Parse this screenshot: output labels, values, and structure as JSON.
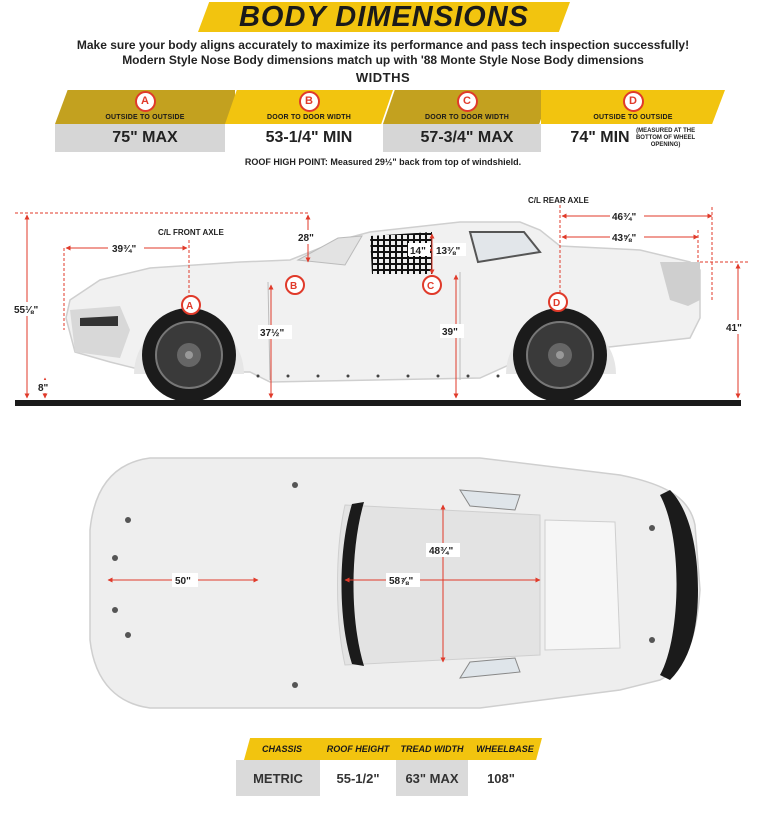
{
  "title": "BODY DIMENSIONS",
  "intro": [
    "Make sure your body aligns accurately to maximize its performance and pass tech inspection successfully!",
    "Modern Style Nose Body dimensions match up with '88 Monte Style Nose Body dimensions"
  ],
  "widths": {
    "title": "WIDTHS",
    "columns": [
      {
        "letter": "A",
        "label": "OUTSIDE TO OUTSIDE",
        "value": "75\" MAX"
      },
      {
        "letter": "B",
        "label": "DOOR TO DOOR WIDTH",
        "value": "53-1/4\" MIN"
      },
      {
        "letter": "C",
        "label": "DOOR TO DOOR WIDTH",
        "value": "57-3/4\" MAX"
      },
      {
        "letter": "D",
        "label": "OUTSIDE TO OUTSIDE",
        "value": "74\" MIN",
        "note": "(MEASURED AT THE BOTTOM OF WHEEL OPENING)"
      }
    ]
  },
  "roof_note": "ROOF HIGH POINT: Measured 29½\" back from top of windshield.",
  "side_view": {
    "labels": {
      "front_axle": "C/L FRONT AXLE",
      "rear_axle": "C/L REAR AXLE"
    },
    "dims": {
      "overall_height": "55⅛\"",
      "ground_clearance": "8\"",
      "front_overhang": "39¾\"",
      "windshield": "28\"",
      "door_front_height": "37½\"",
      "door_rear_height": "39\"",
      "window_width": "14\"",
      "window_height": "13⅜\"",
      "rear_deck": "46¾\"",
      "rear_deck_inner": "43⅝\"",
      "rear_height": "41\""
    },
    "markers": [
      "A",
      "B",
      "C",
      "D"
    ]
  },
  "top_view": {
    "dims": {
      "hood_width": "50\"",
      "roof_length": "58⅞\"",
      "roof_width": "48¾\""
    }
  },
  "specs": {
    "headers": [
      "CHASSIS",
      "ROOF HEIGHT",
      "TREAD WIDTH",
      "WHEELBASE"
    ],
    "values": [
      "METRIC",
      "55-1/2\"",
      "63\" MAX",
      "108\""
    ]
  },
  "colors": {
    "accent": "#f2c40f",
    "accent_dark": "#c3a11f",
    "dimension_red": "#e03a2a"
  }
}
